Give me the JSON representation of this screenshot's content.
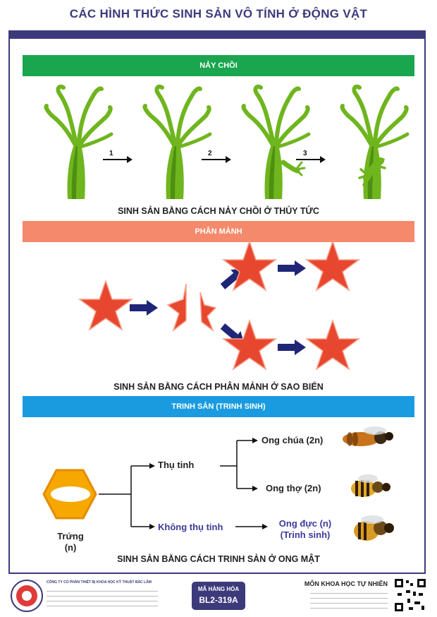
{
  "title": "CÁC HÌNH THỨC SINH SẢN VÔ TÍNH Ở ĐỘNG VẬT",
  "sections": {
    "budding": {
      "header": "NẢY CHỒI",
      "color": "#1aa54f",
      "steps": [
        "1",
        "2",
        "3"
      ],
      "caption": "SINH SẢN BẰNG CÁCH NẢY CHỒI Ở THỦY TỨC"
    },
    "fragmentation": {
      "header": "PHÂN MẢNH",
      "color": "#f4896b",
      "caption": "SINH SẢN BẰNG CÁCH PHÂN MẢNH Ở SAO BIỂN"
    },
    "parthenogenesis": {
      "header": "TRINH SẢN (TRINH SINH)",
      "color": "#1a9be0",
      "egg_label": "Trứng",
      "egg_ploidy": "(n)",
      "fertilized": "Thụ tinh",
      "unfertilized": "Không thụ tinh",
      "queen": "Ong chúa (2n)",
      "worker": "Ong thợ (2n)",
      "drone": "Ong đực (n)",
      "drone_note": "(Trinh sinh)",
      "caption": "SINH SẢN BẰNG CÁCH TRINH SẢN Ở ONG MẬT"
    }
  },
  "footer": {
    "company": "CÔNG TY CỔ PHẦN THIẾT BỊ KHOA HỌC KỸ THUẬT BẮC LÂM",
    "product_code_label": "MÃ HÀNG HÓA",
    "product_code": "BL2-319A",
    "subject": "MÔN KHOA HỌC TỰ NHIÊN"
  },
  "colors": {
    "navy": "#3d3a7c",
    "hydra_green": "#6fb51e",
    "star_red": "#e8472f",
    "arrow_navy": "#1f2577"
  }
}
